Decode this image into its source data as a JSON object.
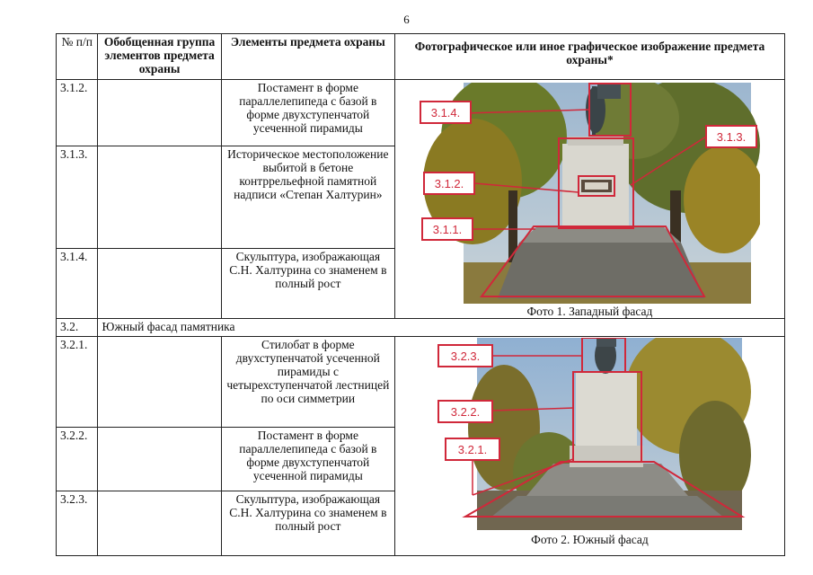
{
  "page_number": "6",
  "table": {
    "headers": {
      "num": "№ п/п",
      "group": "Обобщенная группа элементов предмета охраны",
      "elements": "Элементы предмета охраны",
      "photo": "Фотографическое или иное графическое изображение предмета охраны*"
    },
    "section1": {
      "rows": [
        {
          "num": "3.1.2.",
          "group": "",
          "element": "Постамент в форме параллелепипеда с базой в форме двухступенчатой усеченной пирамиды"
        },
        {
          "num": "3.1.3.",
          "group": "",
          "element": "Историческое местоположение выбитой в бетоне контррельефной памятной надписи «Степан Халтурин»"
        },
        {
          "num": "3.1.4.",
          "group": "",
          "element": "Скульптура, изображающая С.Н. Халтурина со знаменем в полный рост"
        }
      ],
      "photo_caption": "Фото 1. Западный фасад",
      "photo_tags": [
        "3.1.4.",
        "3.1.3.",
        "3.1.2.",
        "3.1.1."
      ]
    },
    "section2": {
      "num": "3.2.",
      "title": "Южный фасад памятника",
      "rows": [
        {
          "num": "3.2.1.",
          "group": "",
          "element": "Стилобат в форме двухступенчатой усеченной пирамиды с четырехступенчатой лестницей по оси симметрии"
        },
        {
          "num": "3.2.2.",
          "group": "",
          "element": "Постамент в форме параллелепипеда с базой в форме двухступенчатой усеченной пирамиды"
        },
        {
          "num": "3.2.3.",
          "group": "",
          "element": "Скульптура, изображающая С.Н. Халтурина со знаменем в полный рост"
        }
      ],
      "photo_caption": "Фото 2. Южный фасад",
      "photo_tags": [
        "3.2.3.",
        "3.2.2.",
        "3.2.1."
      ]
    }
  },
  "colors": {
    "annotation": "#d0283a"
  }
}
